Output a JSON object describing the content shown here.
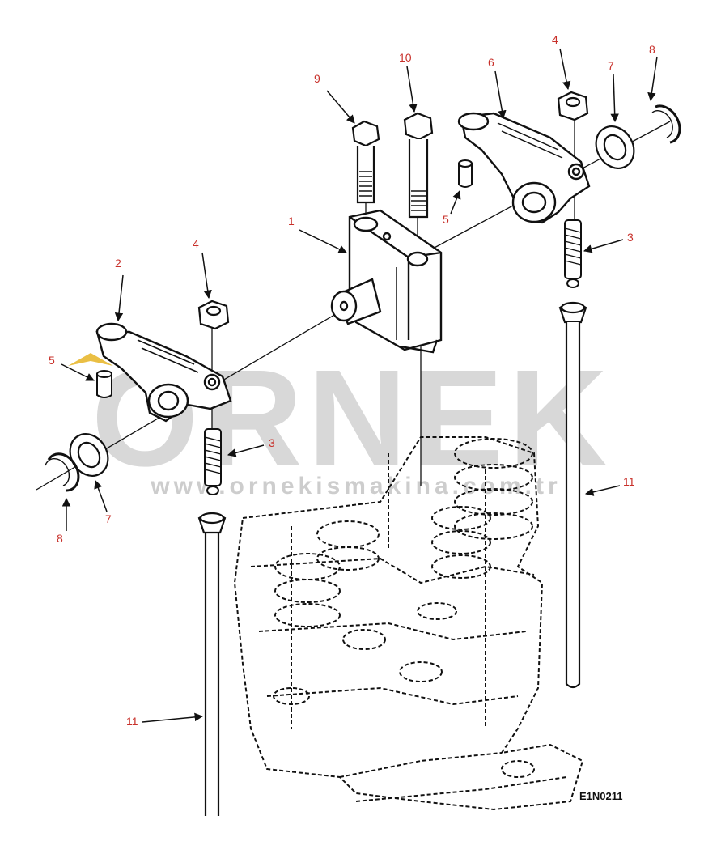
{
  "watermark": {
    "brand": "ORNEK",
    "url": "www.ornekismakina.com.tr"
  },
  "figure_code": "E1N0211",
  "callouts": [
    {
      "id": "c1",
      "text": "1"
    },
    {
      "id": "c2",
      "text": "2"
    },
    {
      "id": "c3a",
      "text": "3"
    },
    {
      "id": "c3b",
      "text": "3"
    },
    {
      "id": "c4a",
      "text": "4"
    },
    {
      "id": "c4b",
      "text": "4"
    },
    {
      "id": "c5a",
      "text": "5"
    },
    {
      "id": "c5b",
      "text": "5"
    },
    {
      "id": "c6",
      "text": "6"
    },
    {
      "id": "c7a",
      "text": "7"
    },
    {
      "id": "c7b",
      "text": "7"
    },
    {
      "id": "c8a",
      "text": "8"
    },
    {
      "id": "c8b",
      "text": "8"
    },
    {
      "id": "c9",
      "text": "9"
    },
    {
      "id": "c10",
      "text": "10"
    },
    {
      "id": "c11a",
      "text": "11"
    },
    {
      "id": "c11b",
      "text": "11"
    }
  ],
  "colors": {
    "callout": "#c8302a",
    "line": "#111111",
    "watermark": "#d2d2d2",
    "accent": "#e8b830"
  }
}
